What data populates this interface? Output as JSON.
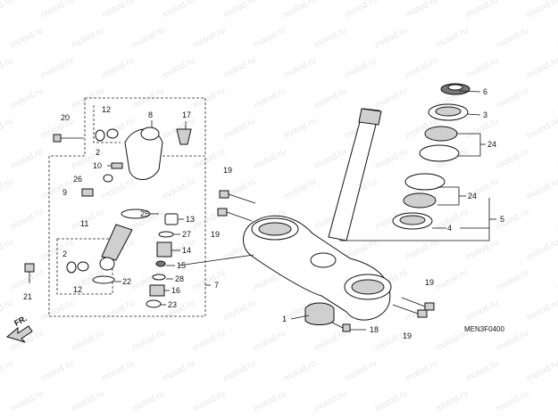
{
  "diagram": {
    "watermark": "motod.ru",
    "code": "MEN3F0400",
    "direction": "FR.",
    "callouts": {
      "c1": "1",
      "c2a": "2",
      "c2b": "2",
      "c3": "3",
      "c4": "4",
      "c5": "5",
      "c6": "6",
      "c7": "7",
      "c8": "8",
      "c9": "9",
      "c10": "10",
      "c11": "11",
      "c12a": "12",
      "c12b": "12",
      "c13": "13",
      "c14": "14",
      "c15": "15",
      "c16": "16",
      "c17": "17",
      "c18": "18",
      "c19a": "19",
      "c19b": "19",
      "c19c": "19",
      "c19d": "19",
      "c20": "20",
      "c21": "21",
      "c22": "22",
      "c23": "23",
      "c24a": "24",
      "c24b": "24",
      "c25": "25",
      "c26": "26",
      "c27": "27",
      "c28": "28"
    }
  }
}
